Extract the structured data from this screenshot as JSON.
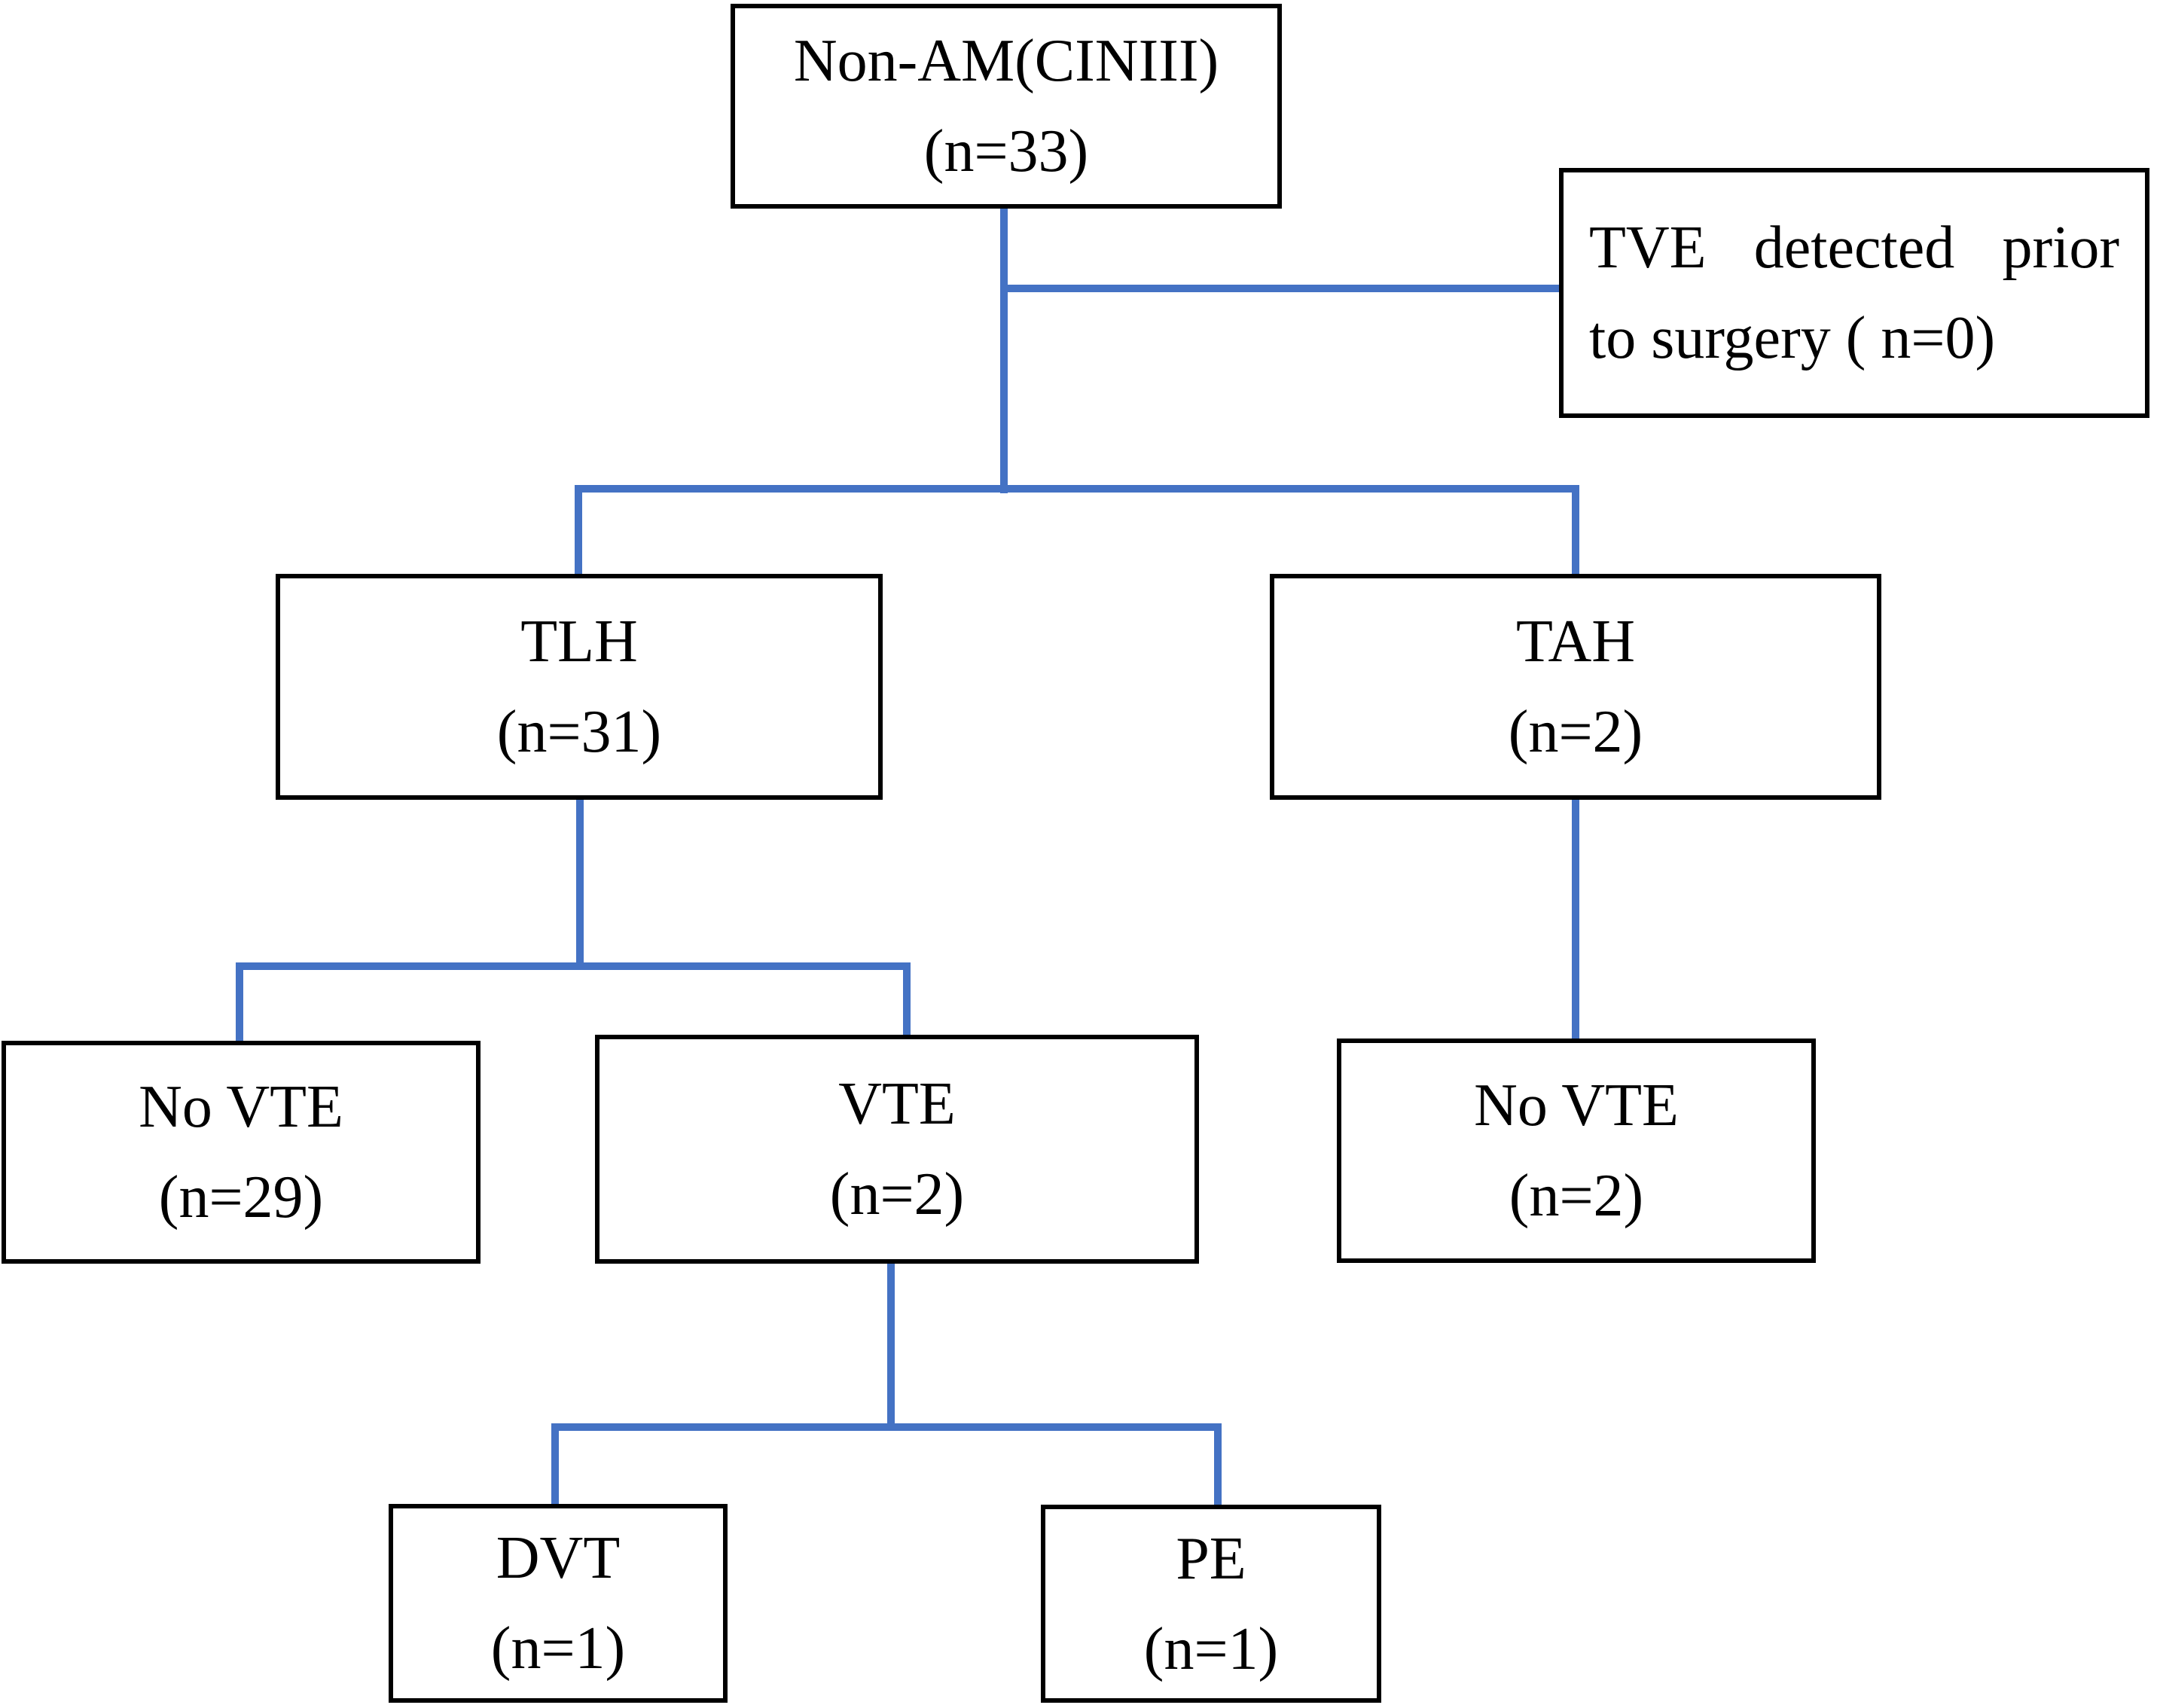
{
  "diagram": {
    "type": "flowchart",
    "nodes": {
      "root": {
        "line1": "Non-AM(CINIII)",
        "line2": "(n=33)"
      },
      "tve_note": {
        "line1": "TVE detected prior",
        "line2": "to surgery ( n=0)"
      },
      "tlh": {
        "line1": "TLH",
        "line2": "(n=31)"
      },
      "tah": {
        "line1": "TAH",
        "line2": "(n=2)"
      },
      "no_vte_tlh": {
        "line1": "No VTE",
        "line2": "(n=29)"
      },
      "vte": {
        "line1": "VTE",
        "line2": "(n=2)"
      },
      "no_vte_tah": {
        "line1": "No VTE",
        "line2": "(n=2)"
      },
      "dvt": {
        "line1": "DVT",
        "line2": "(n=1)"
      },
      "pe": {
        "line1": "PE",
        "line2": "(n=1)"
      }
    },
    "edges": [
      {
        "from": "root",
        "to": "tve_note"
      },
      {
        "from": "root",
        "to": "tlh"
      },
      {
        "from": "root",
        "to": "tah"
      },
      {
        "from": "tlh",
        "to": "no_vte_tlh"
      },
      {
        "from": "tlh",
        "to": "vte"
      },
      {
        "from": "tah",
        "to": "no_vte_tah"
      },
      {
        "from": "vte",
        "to": "dvt"
      },
      {
        "from": "vte",
        "to": "pe"
      }
    ],
    "colors": {
      "connector_blue": "#4472C4",
      "box_border": "#000000",
      "text": "#000000",
      "background": "#FFFFFF"
    }
  }
}
